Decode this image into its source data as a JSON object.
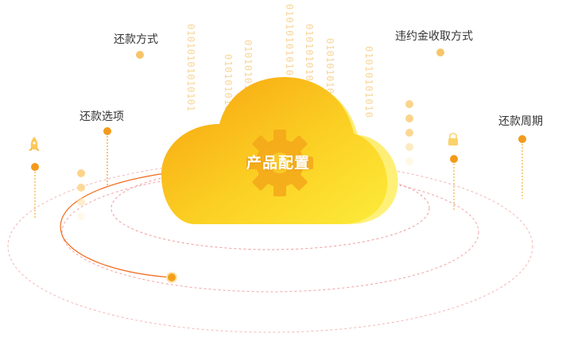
{
  "center": {
    "title": "产品配置"
  },
  "nodes": [
    {
      "label": "还款方式"
    },
    {
      "label": "还款选项"
    },
    {
      "label": "违约金收取方式"
    },
    {
      "label": "还款周期"
    }
  ],
  "binary_text": "0101010101010101",
  "icons": [
    "rocket-icon",
    "gear-icon",
    "lock-icon",
    "cloud-icon"
  ],
  "colors": {
    "accent_orange": "#f39a1a",
    "cloud_light": "#fdea3a",
    "cloud_dark": "#f7a80e",
    "ring_pink": "#f5a3a3",
    "orbit_line": "#f26b1d",
    "dot_light": "#fcd48a"
  }
}
